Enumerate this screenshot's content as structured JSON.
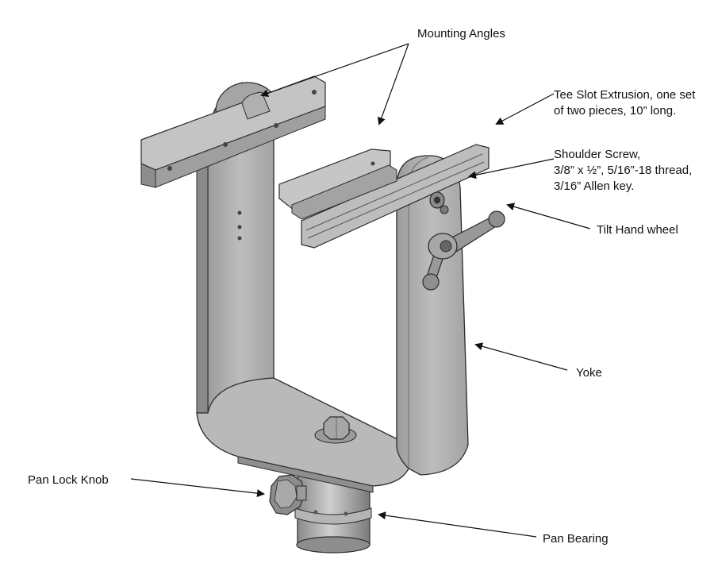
{
  "labels": {
    "mounting_angles": "Mounting Angles",
    "tee_slot_line1": "Tee Slot Extrusion, one set",
    "tee_slot_line2": "of two pieces, 10” long.",
    "shoulder_line1": "Shoulder Screw,",
    "shoulder_line2": "3/8” x ½”, 5/16”-18 thread,",
    "shoulder_line3": "3/16” Allen key.",
    "tilt_hand_wheel": "Tilt Hand wheel",
    "yoke": "Yoke",
    "pan_lock_knob": "Pan Lock Knob",
    "pan_bearing": "Pan Bearing"
  },
  "colors": {
    "metal_light": "#c9c9c9",
    "metal_mid": "#a8a8a8",
    "metal_dark": "#7d7d7d",
    "outline": "#2b2b2b",
    "ink": "#111111"
  }
}
